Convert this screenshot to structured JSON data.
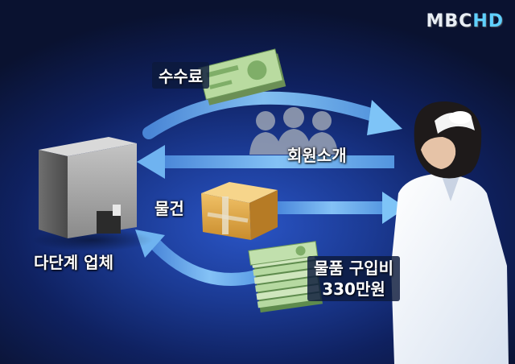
{
  "broadcaster": {
    "logo_main": "MBC",
    "logo_hd": "HD"
  },
  "labels": {
    "fee": "수수료",
    "referral": "회원소개",
    "goods": "물건",
    "company": "다단계 업체",
    "purchase_line1": "물품 구입비",
    "purchase_line2": "330만원"
  },
  "colors": {
    "arrow": "#6fb7f2",
    "background": "#1b3a93",
    "banknote": "#a8d28b"
  }
}
